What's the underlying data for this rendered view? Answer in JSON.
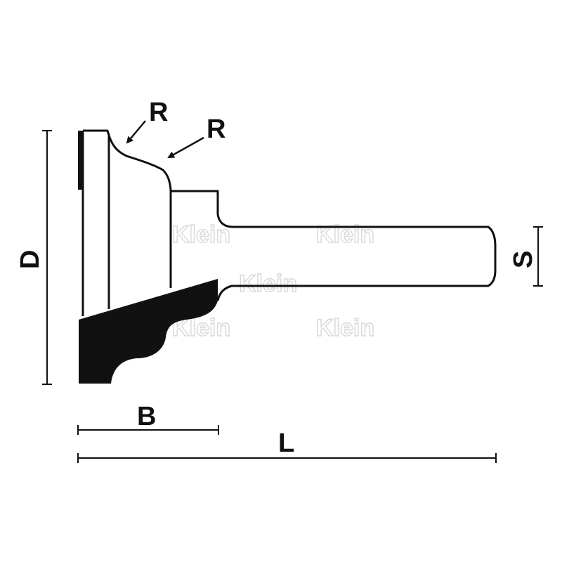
{
  "labels": {
    "radius_1": "R",
    "radius_2": "R",
    "diameter": "D",
    "shank": "S",
    "cutting_length": "B",
    "overall_length": "L"
  },
  "watermark": "Klein",
  "colors": {
    "line": "#111111",
    "fill": "#111111",
    "background": "#ffffff",
    "watermark": "#d8d8d8"
  }
}
